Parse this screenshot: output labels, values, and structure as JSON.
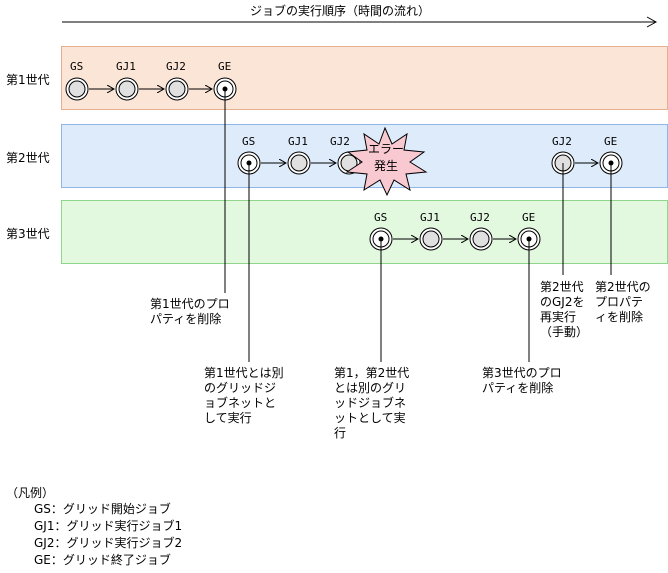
{
  "timeline": {
    "label": "ジョブの実行順序（時間の流れ）"
  },
  "generations": [
    {
      "label": "第1世代",
      "color": "#fbe5d6",
      "border": "#e6b08f"
    },
    {
      "label": "第2世代",
      "color": "#ddebfb",
      "border": "#8fb6e6"
    },
    {
      "label": "第3世代",
      "color": "#e2f8df",
      "border": "#8fd68a"
    }
  ],
  "gen1": {
    "nodes": [
      "GS",
      "GJ1",
      "GJ2",
      "GE"
    ]
  },
  "gen2": {
    "nodes": [
      "GS",
      "GJ1",
      "GJ2",
      "GJ2",
      "GE"
    ],
    "error": [
      "エラー",
      "発生"
    ],
    "error_color": "#f9c9d2"
  },
  "gen3": {
    "nodes": [
      "GS",
      "GJ1",
      "GJ2",
      "GE"
    ]
  },
  "notes": {
    "n1": "第1世代のプロ\nパティを削除",
    "n2": "第1世代とは別\nのグリッドジ\nョブネットと\nして実行",
    "n3": "第1，第2世代\nとは別のグリ\nッドジョブネ\nットとして実\n行",
    "n4": "第3世代のプロ\nパティを削除",
    "n5": "第2世代\nのGJ2を\n再実行\n（手動）",
    "n6": "第2世代の\nプロパテ\nィを削除"
  },
  "legend": {
    "title": "（凡例）",
    "items": [
      "GS：グリッド開始ジョブ",
      "GJ1：グリッド実行ジョブ1",
      "GJ2：グリッド実行ジョブ2",
      "GE：グリッド終了ジョブ"
    ]
  }
}
